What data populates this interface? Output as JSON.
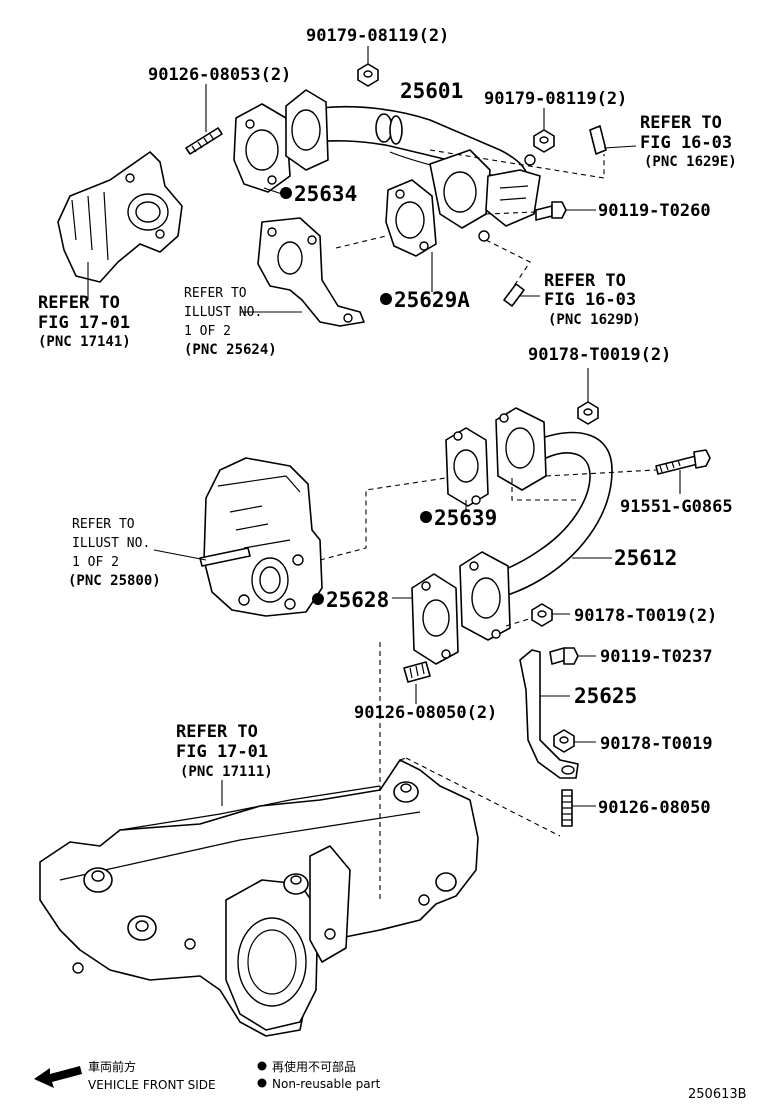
{
  "parts": {
    "p90179_top": "90179-08119(2)",
    "p90126_a": "90126-08053(2)",
    "p25601": "25601",
    "p90179_b": "90179-08119(2)",
    "p25634": "25634",
    "p90119_a": "90119-T0260",
    "p25629A": "25629A",
    "p90178_a": "90178-T0019(2)",
    "p91551": "91551-G0865",
    "p25639": "25639",
    "p25612": "25612",
    "p25628": "25628",
    "p90178_b": "90178-T0019(2)",
    "p90119_b": "90119-T0237",
    "p25625": "25625",
    "p90126_b": "90126-08050(2)",
    "p90178_c": "90178-T0019",
    "p90126_c": "90126-08050"
  },
  "refs": {
    "r1": {
      "l1": "REFER TO",
      "l2": "FIG 16-03",
      "l3": "(PNC 1629E)"
    },
    "r2": {
      "l1": "REFER TO",
      "l2": "FIG 17-01",
      "l3": "(PNC 17141)"
    },
    "r3": {
      "l1": "REFER TO",
      "l2": "ILLUST NO.",
      "l3": "1 OF 2",
      "l4": "(PNC 25624)"
    },
    "r4": {
      "l1": "REFER TO",
      "l2": "FIG 16-03",
      "l3": "(PNC 1629D)"
    },
    "r5": {
      "l1": "REFER TO",
      "l2": "ILLUST NO.",
      "l3": "1 OF 2",
      "l4": "(PNC 25800)"
    },
    "r6": {
      "l1": "REFER TO",
      "l2": "FIG 17-01",
      "l3": "(PNC 17111)"
    }
  },
  "legend": {
    "front_jp": "車両前方",
    "front_en": "VEHICLE FRONT SIDE",
    "nonreuse_jp": "再使用不可部品",
    "nonreuse_en": "Non-reusable part"
  },
  "diagram_code": "250613B"
}
